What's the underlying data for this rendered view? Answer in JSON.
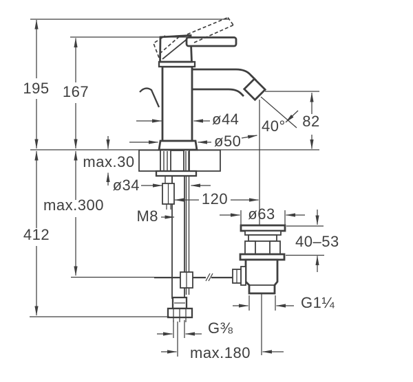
{
  "meta": {
    "background": "#ffffff",
    "line_color": "#3f3f3f",
    "drawing_type": "technical dimension drawing"
  },
  "labels": {
    "height_195": "195",
    "height_167": "167",
    "deck_thickness": "max.30",
    "hole_diameter": "ø34",
    "depth_max_300": "max.300",
    "stud_thread": "M8",
    "height_412": "412",
    "body_diameter": "ø44",
    "base_diameter": "ø50",
    "spout_angle": "40°",
    "spout_height": "82",
    "center_distance": "120",
    "waste_flange_diameter": "ø63",
    "waste_adjust_range": "40–53",
    "waste_outlet_thread": "G1¼",
    "supply_hose_thread": "G⅜",
    "hose_offset": "max.180"
  }
}
